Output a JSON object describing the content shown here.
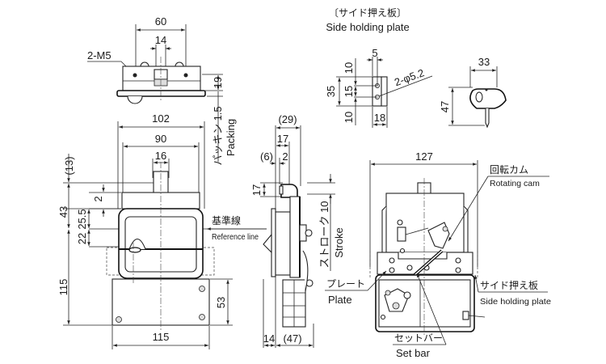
{
  "top_view": {
    "dim_width": "60",
    "dim_stem": "14",
    "thread_callout": "2-M5",
    "dim_height": "19",
    "packing_jp": "パッキン 1.5",
    "packing_en": "Packing"
  },
  "front_view": {
    "dim_overall_width": "102",
    "dim_inner_width": "90",
    "dim_stem_width": "16",
    "dim_13": "(13)",
    "dim_2": "2",
    "dim_43": "43",
    "dim_25_5": "25.5",
    "dim_22": "22",
    "dim_115_height": "115",
    "dim_53": "53",
    "dim_115_width": "115",
    "reference_line_jp": "基準線",
    "reference_line_en": "Reference line"
  },
  "side_view": {
    "dim_29": "(29)",
    "dim_17_top": "17",
    "dim_6": "(6)",
    "dim_2": "2",
    "dim_17_left": "17",
    "stroke_jp": "ストローク 10",
    "stroke_en": "Stroke",
    "dim_14": "14",
    "dim_47": "(47)"
  },
  "side_holding_plate": {
    "title_jp": "〔サイド押え板〕",
    "title_en": "Side holding plate",
    "dim_5": "5",
    "dim_10_top": "10",
    "dim_35": "35",
    "dim_15": "15",
    "dim_10_bottom": "10",
    "dim_18": "18",
    "hole_callout": "2-φ5.2"
  },
  "key": {
    "dim_33": "33",
    "dim_47": "47"
  },
  "rear_view": {
    "dim_127": "127",
    "rotating_cam_jp": "回転カム",
    "rotating_cam_en": "Rotating cam",
    "plate_jp": "プレート",
    "plate_en": "Plate",
    "side_plate_jp": "サイド押え板",
    "side_plate_en": "Side holding plate",
    "set_bar_jp": "セットバー",
    "set_bar_en": "Set bar"
  }
}
